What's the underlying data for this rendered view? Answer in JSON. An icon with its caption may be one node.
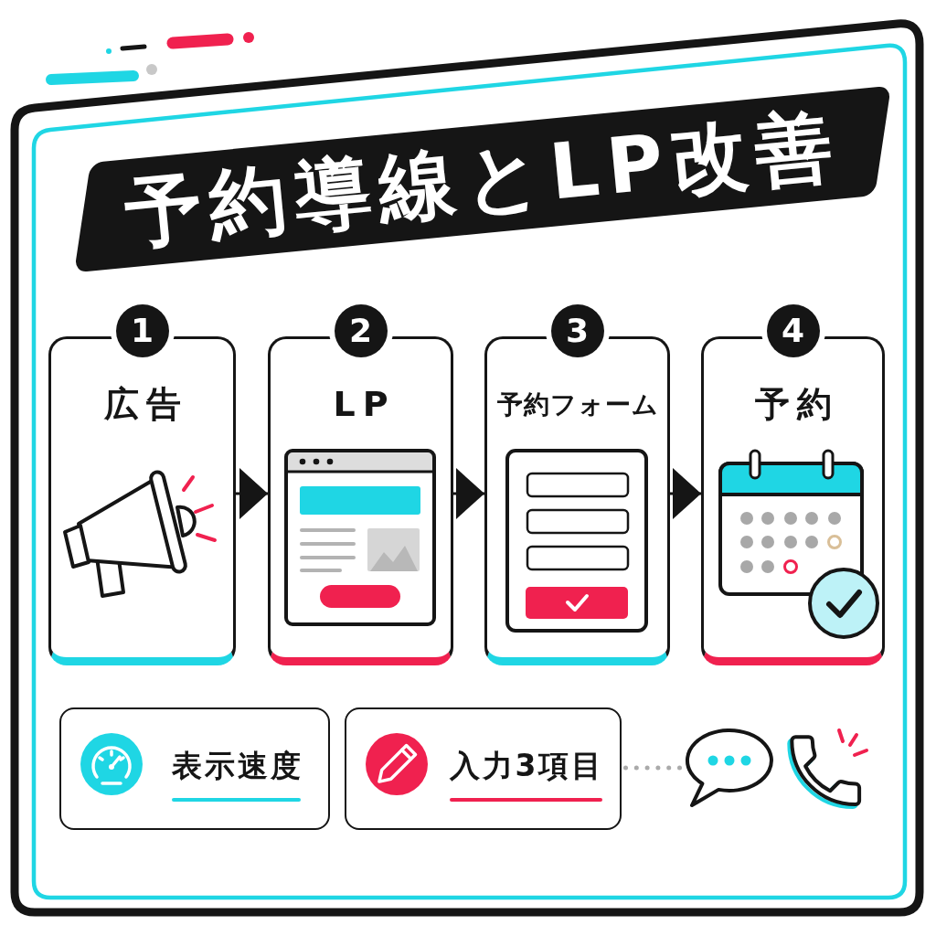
{
  "diagram": {
    "title": "予約導線とLP改善",
    "nodes": [
      {
        "text": [
          "1",
          "広告"
        ]
      },
      {
        "text": [
          "2",
          "LP"
        ]
      },
      {
        "text": [
          "3",
          "予約フォーム"
        ]
      },
      {
        "text": [
          "4",
          "予約"
        ]
      },
      {
        "text": [
          "表示速度"
        ]
      },
      {
        "text": [
          "入力3項目"
        ]
      },
      {
        "text": [],
        "shape": "picture"
      }
    ],
    "edges": [
      {
        "from": 0,
        "to": 1,
        "arrow": "to"
      },
      {
        "from": 1,
        "to": 2,
        "arrow": "to"
      },
      {
        "from": 2,
        "to": 3,
        "arrow": "to"
      },
      {
        "from": 5,
        "to": 6,
        "arrow": "none",
        "style": "dashed",
        "color": "#aaaaaa"
      }
    ]
  }
}
